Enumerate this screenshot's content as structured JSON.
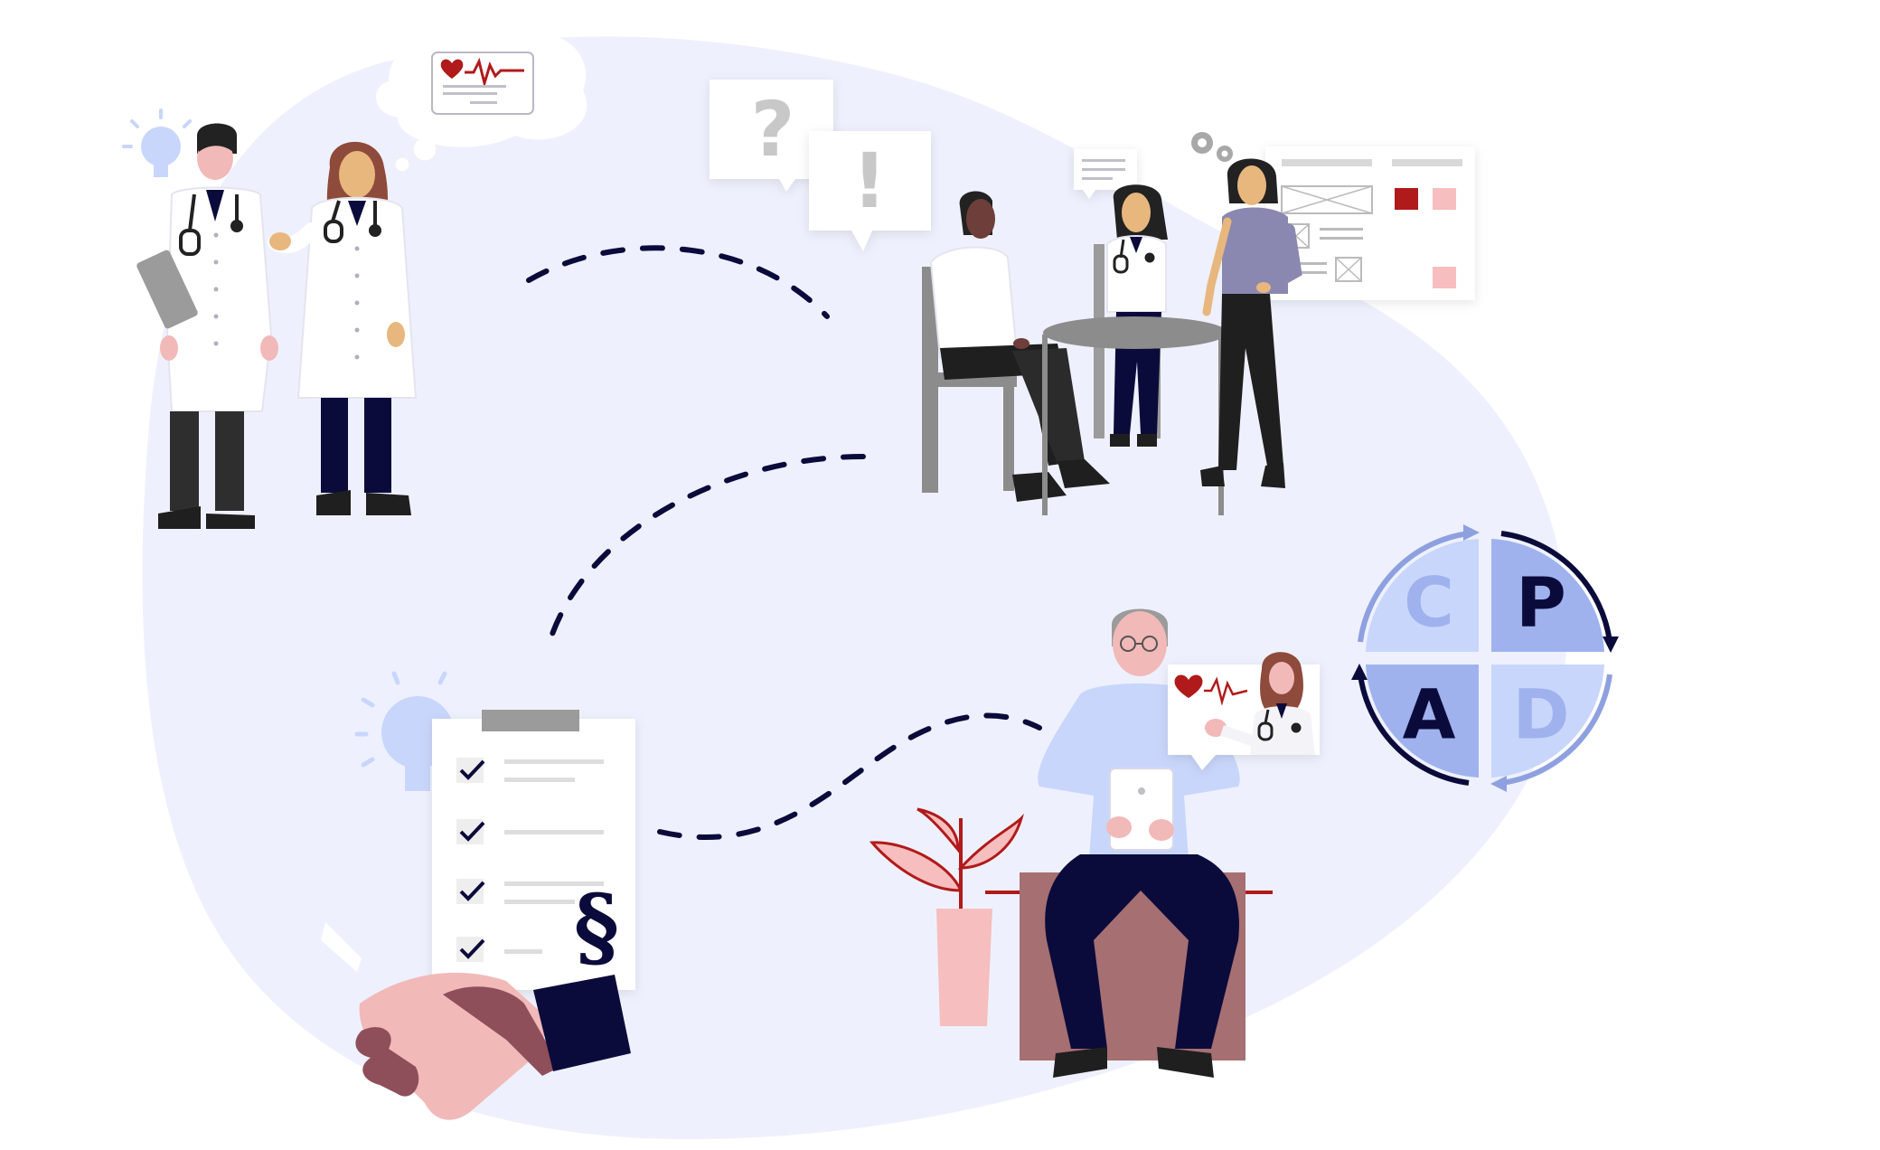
{
  "pdca": {
    "plan": "P",
    "do": "D",
    "check": "C",
    "act": "A"
  },
  "bubbles": {
    "question": "?",
    "exclamation": "!"
  },
  "checklist": {
    "section_sign": "§"
  },
  "colors": {
    "background_blob": "#eef1fd",
    "navy": "#0b0b3b",
    "light_blue": "#c9d6fb",
    "mid_blue": "#9fb2ee",
    "heart_red": "#b11a1a",
    "pink": "#f6bebe",
    "skin_light": "#f2b9b9",
    "skin_dark": "#8e4f5b",
    "bench": "#a66f72",
    "gray": "#9b9b9b"
  },
  "icons": [
    "lightbulb-icon",
    "stethoscope-icon",
    "heart-icon",
    "ecg-icon",
    "gear-icon",
    "checkmark-icon",
    "handshake-icon",
    "tablet-icon",
    "plant-icon",
    "pdca-cycle-icon"
  ]
}
